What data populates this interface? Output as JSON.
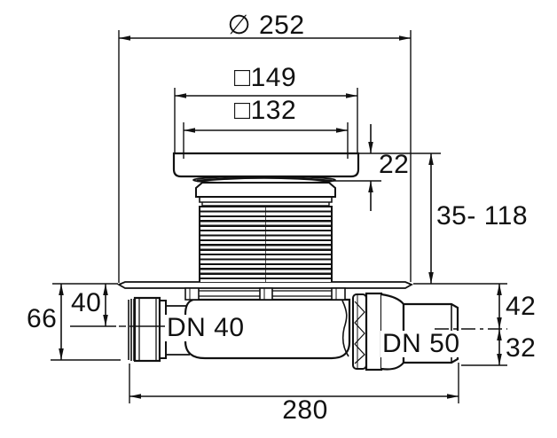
{
  "colors": {
    "line": "#111111",
    "background": "#ffffff"
  },
  "dimensions": {
    "diameter": "∅ 252",
    "outer_square": "□149",
    "inner_square": "□132",
    "frame_height": "22",
    "installation_range": "35- 118",
    "inlet_depth": "40",
    "trap_height": "66",
    "inlet": "DN 40",
    "outlet": "DN 50",
    "outlet_above_center": "42",
    "outlet_below_center": "32",
    "length": "280"
  }
}
